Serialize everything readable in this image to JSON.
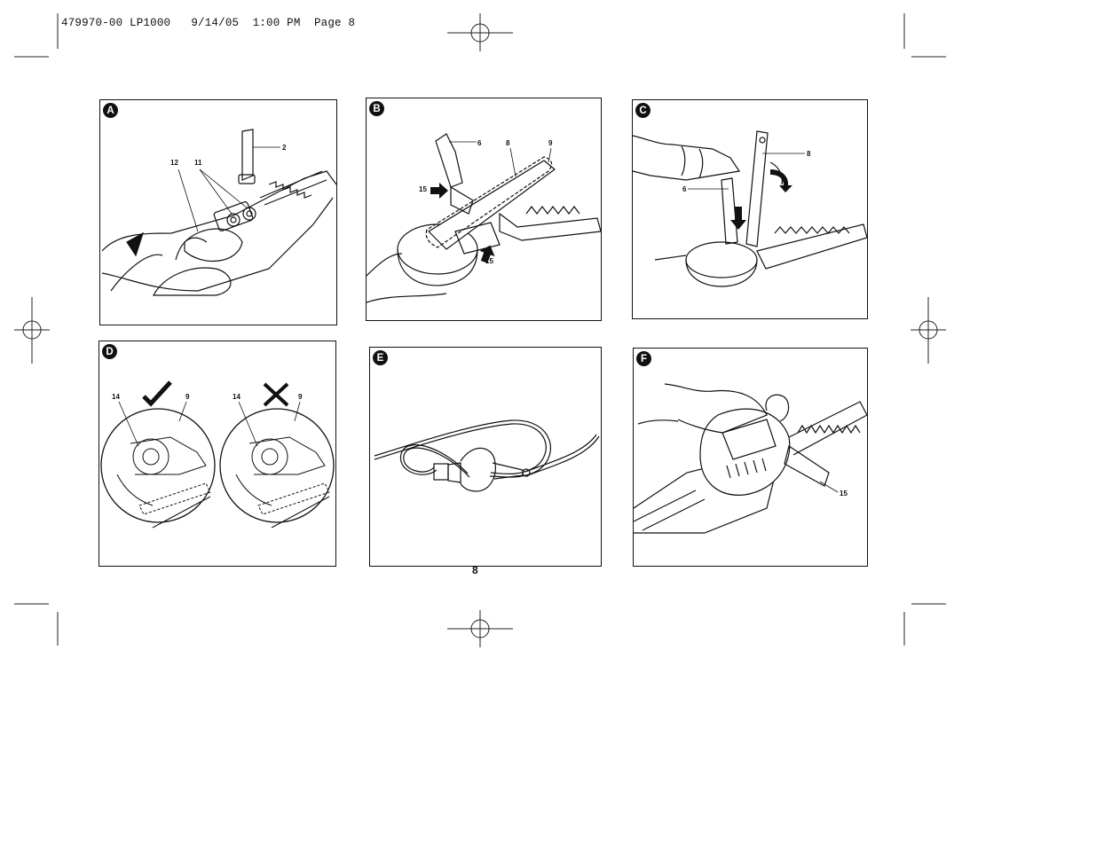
{
  "header": {
    "slug": "479970-00 LP1000   9/14/05  1:00 PM  Page 8"
  },
  "page_number": "8",
  "panels": [
    {
      "letter": "A",
      "callouts": [
        "2",
        "12",
        "11"
      ]
    },
    {
      "letter": "B",
      "callouts": [
        "6",
        "8",
        "9",
        "15",
        "15"
      ]
    },
    {
      "letter": "C",
      "callouts": [
        "8",
        "6"
      ]
    },
    {
      "letter": "D",
      "callouts": [
        "14",
        "9",
        "14",
        "9"
      ]
    },
    {
      "letter": "E",
      "callouts": []
    },
    {
      "letter": "F",
      "callouts": [
        "15"
      ]
    }
  ]
}
